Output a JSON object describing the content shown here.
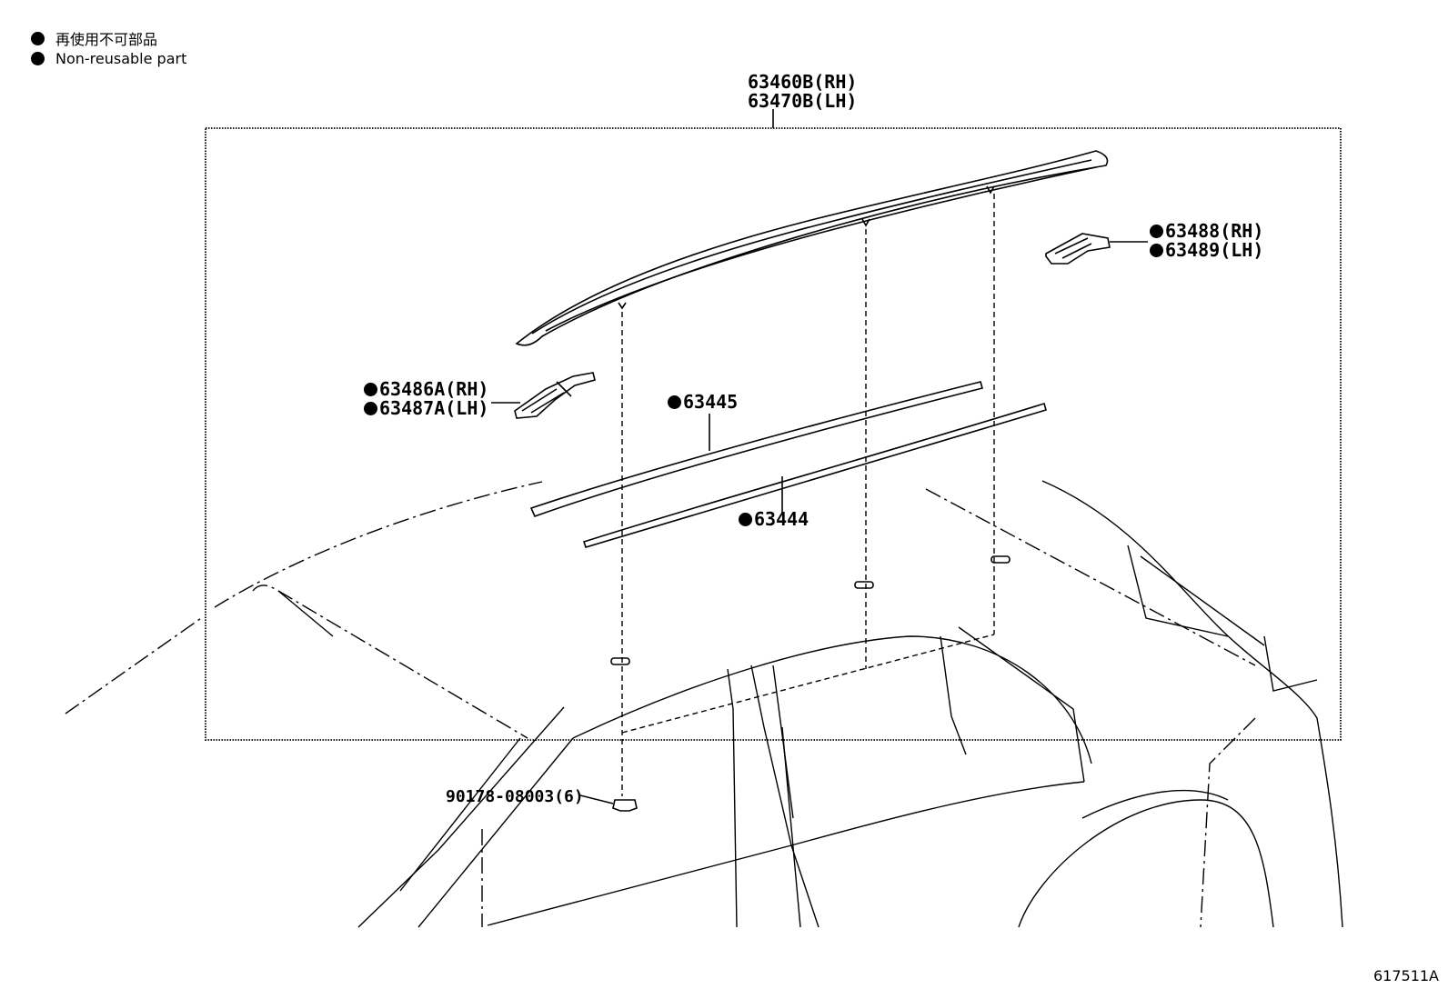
{
  "legend": {
    "jp": "再使用不可部品",
    "en": "Non-reusable part"
  },
  "parts": {
    "rail_rh": "63460B(RH)",
    "rail_lh": "63470B(LH)",
    "cover_front_rh": "63488(RH)",
    "cover_front_lh": "63489(LH)",
    "cover_rear_rh": "63486A(RH)",
    "cover_rear_lh": "63487A(LH)",
    "seal_upper": "63445",
    "seal_lower": "63444",
    "nut": "90178-08003(6)"
  },
  "figure_code": "617511A"
}
